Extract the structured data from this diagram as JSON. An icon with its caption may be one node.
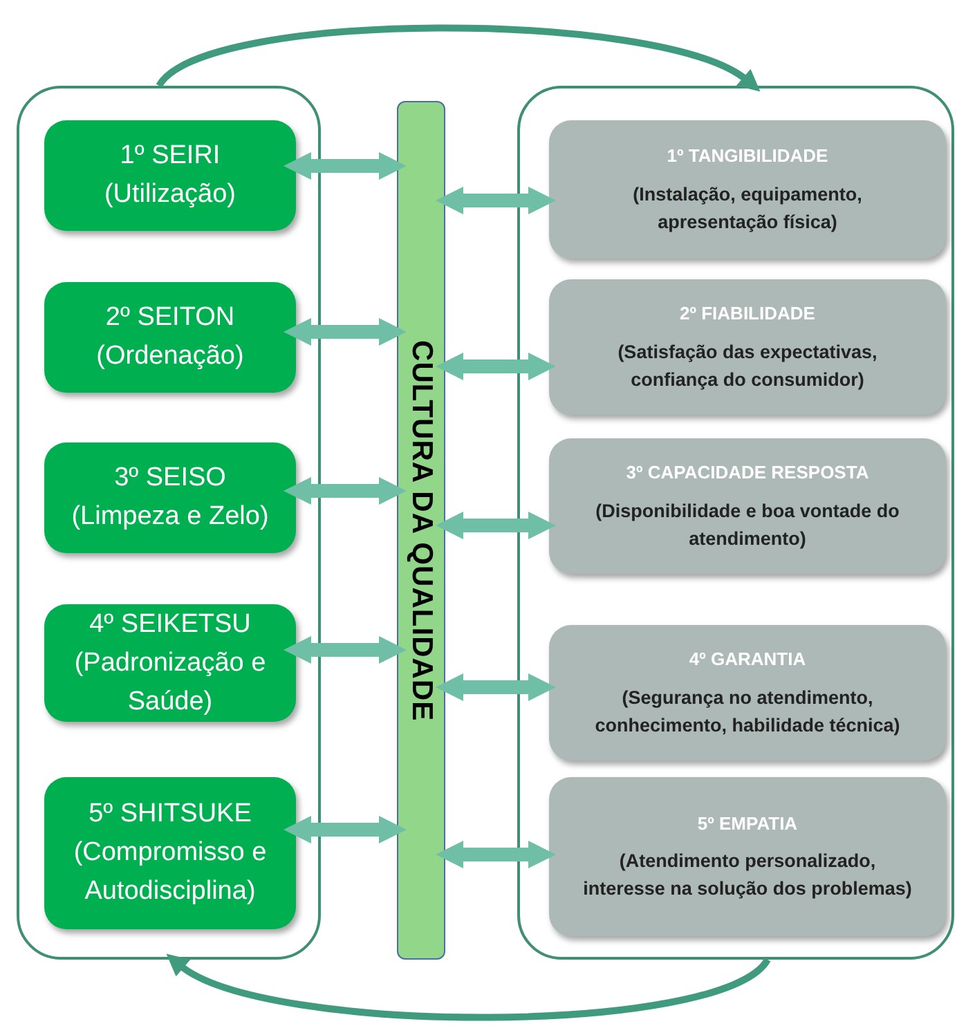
{
  "diagram": {
    "nodes": [
      {
        "text": [],
        "shape": "box"
      },
      {
        "text": [
          "1º SEIRI",
          "(Utilização)"
        ],
        "in": 0
      },
      {
        "text": [
          "2º SEITON",
          "(Ordenação)"
        ],
        "in": 0
      },
      {
        "text": [
          "3º SEISO",
          "(Limpeza e Zelo)"
        ],
        "in": 0
      },
      {
        "text": [
          "4º SEIKETSU",
          "(Padronização e Saúde)"
        ],
        "in": 0
      },
      {
        "text": [
          "5º SHITSUKE",
          "(Compromisso e Autodisciplina)"
        ],
        "in": 0
      },
      {
        "text": [
          "CULTURA DA QUALIDADE"
        ]
      },
      {
        "text": [],
        "shape": "box"
      },
      {
        "text": [
          "1º TANGIBILIDADE",
          "(Instalação, equipamento, apresentação física)"
        ],
        "in": 7
      },
      {
        "text": [
          "2º FIABILIDADE",
          "(Satisfação das expectativas, confiança do consumidor)"
        ],
        "in": 7
      },
      {
        "text": [
          "3º CAPACIDADE RESPOSTA",
          "(Disponibilidade e boa vontade do atendimento)"
        ],
        "in": 7
      },
      {
        "text": [
          "4º GARANTIA",
          "(Segurança no atendimento, conhecimento, habilidade técnica)"
        ],
        "in": 7
      },
      {
        "text": [
          "5º EMPATIA",
          "(Atendimento personalizado, interesse na solução dos problemas)"
        ],
        "in": 7
      }
    ],
    "edges": [
      {
        "from": 0,
        "to": 7,
        "arrow": "to"
      },
      {
        "from": 7,
        "to": 0,
        "arrow": "to"
      },
      {
        "from": 1,
        "to": 6,
        "arrow": "both"
      },
      {
        "from": 2,
        "to": 6,
        "arrow": "both"
      },
      {
        "from": 3,
        "to": 6,
        "arrow": "both"
      },
      {
        "from": 4,
        "to": 6,
        "arrow": "both"
      },
      {
        "from": 5,
        "to": 6,
        "arrow": "both"
      },
      {
        "from": 6,
        "to": 8,
        "arrow": "both"
      },
      {
        "from": 6,
        "to": 9,
        "arrow": "both"
      },
      {
        "from": 6,
        "to": 10,
        "arrow": "both"
      },
      {
        "from": 6,
        "to": 11,
        "arrow": "both"
      },
      {
        "from": 6,
        "to": 12,
        "arrow": "both"
      }
    ]
  }
}
